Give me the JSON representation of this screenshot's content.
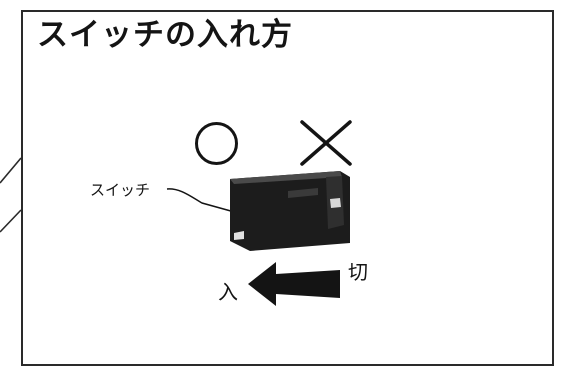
{
  "diagram": {
    "title": "スイッチの入れ方",
    "ok_symbol": "circle-mark",
    "ng_symbol": "cross-mark",
    "switch_label": "スイッチ",
    "on_label": "入",
    "off_label": "切",
    "colors": {
      "ink": "#141414",
      "border": "#2a2a2a",
      "switch_body": "#1c1c1c",
      "background": "#ffffff"
    }
  }
}
